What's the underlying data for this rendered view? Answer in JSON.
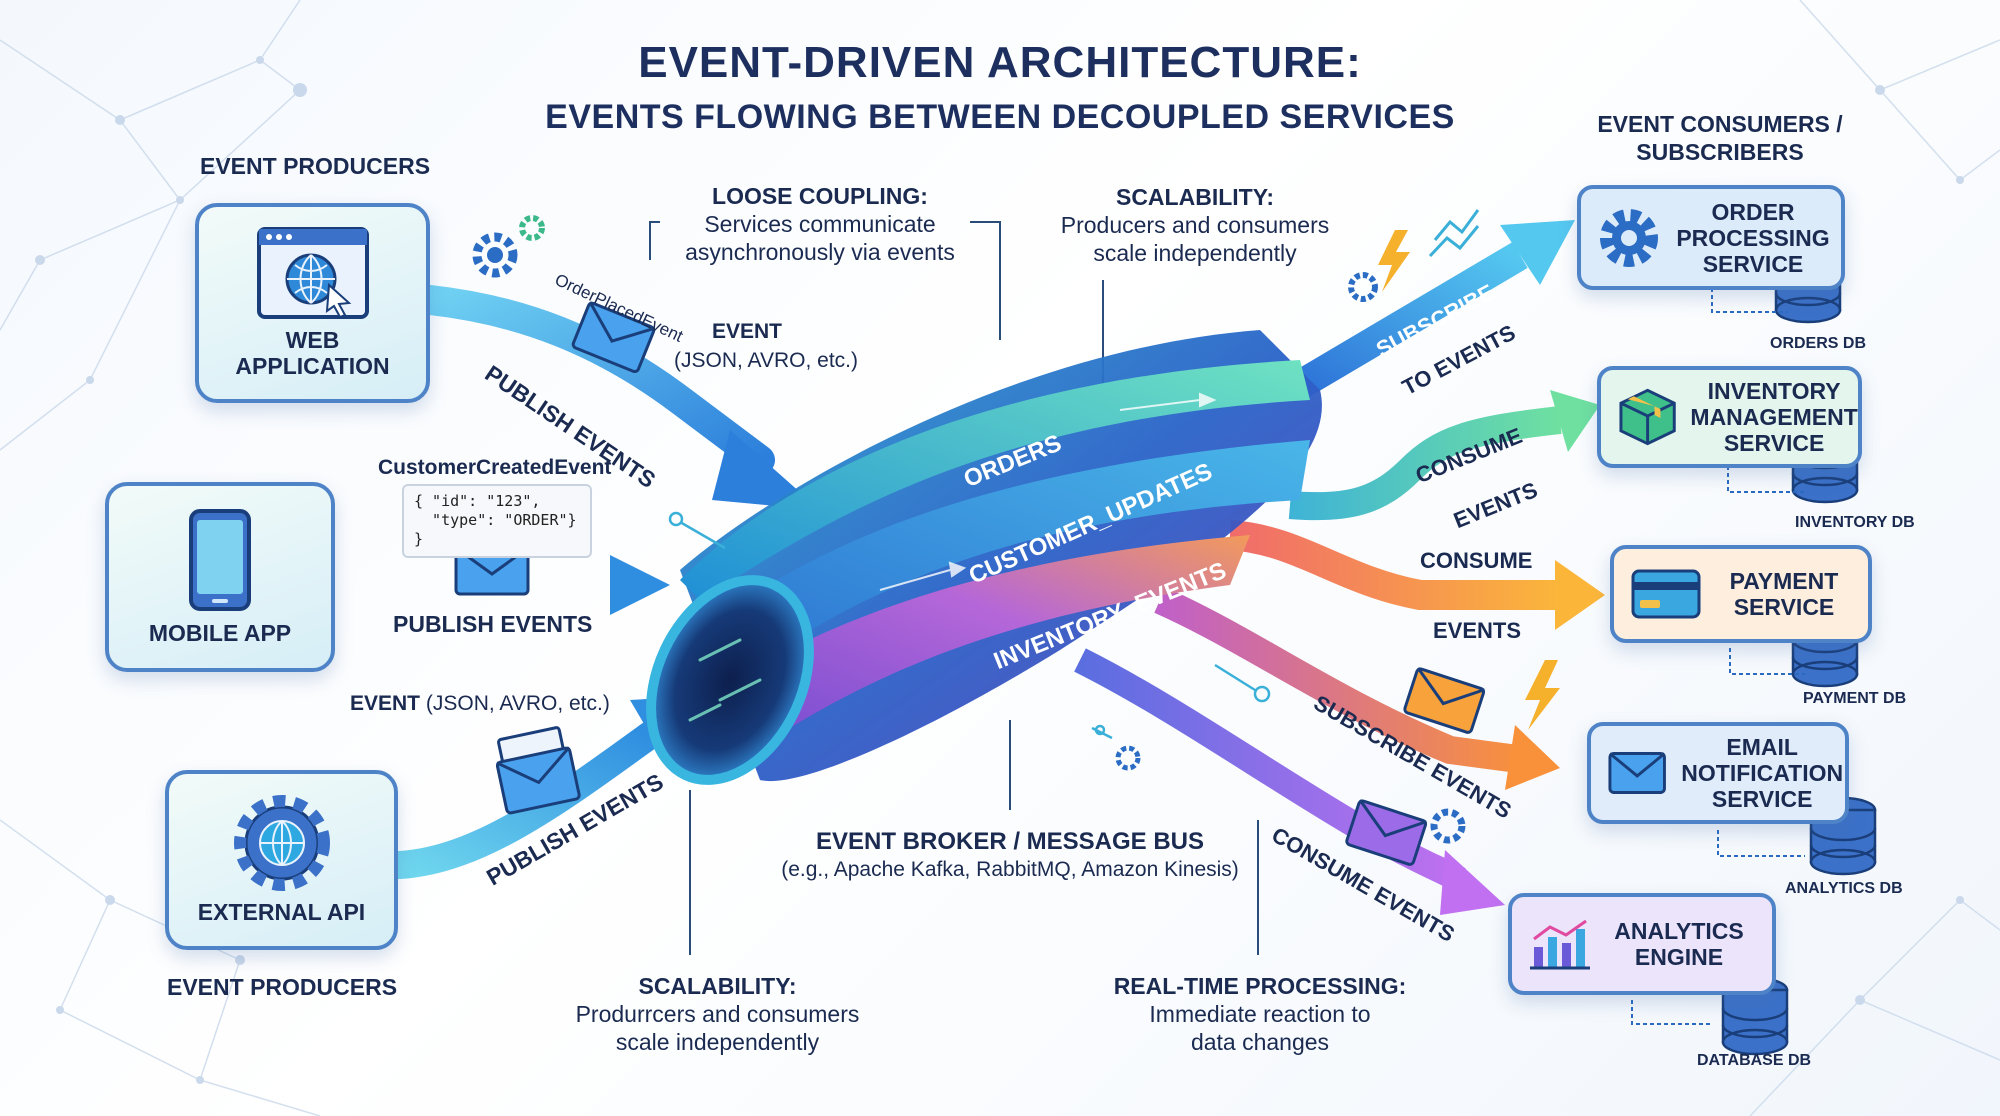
{
  "title": "EVENT-DRIVEN ARCHITECTURE:",
  "subtitle": "EVENTS FLOWING BETWEEN DECOUPLED SERVICES",
  "producers": {
    "heading_top": "EVENT PRODUCERS",
    "heading_bottom": "EVENT PRODUCERS",
    "items": [
      {
        "label": "WEB APPLICATION",
        "icon": "browser-globe-icon"
      },
      {
        "label": "MOBILE APP",
        "icon": "smartphone-icon"
      },
      {
        "label": "EXTERNAL API",
        "icon": "gear-globe-icon"
      }
    ]
  },
  "consumers": {
    "heading_line1": "EVENT CONSUMERS /",
    "heading_line2": "SUBSCRIBERS",
    "items": [
      {
        "label": "ORDER PROCESSING SERVICE",
        "db": "ORDERS DB",
        "icon": "gear-icon",
        "color": "#dcebfa"
      },
      {
        "label": "INVENTORY MANAGEMENT SERVICE",
        "db": "INVENTORY DB",
        "icon": "package-icon",
        "color": "#e3f5ec"
      },
      {
        "label": "PAYMENT SERVICE",
        "db": "PAYMENT DB",
        "icon": "credit-card-icon",
        "color": "#fdeedd"
      },
      {
        "label": "EMAIL NOTIFICATION SERVICE",
        "db": "ANALYTICS DB",
        "icon": "envelope-icon",
        "color": "#e0ecfa"
      },
      {
        "label": "ANALYTICS ENGINE",
        "db": "DATABASE DB",
        "icon": "bar-chart-icon",
        "color": "#ece4fb"
      }
    ]
  },
  "broker": {
    "label": "EVENT BROKER / MESSAGE BUS",
    "examples": "(e.g., Apache Kafka, RabbitMQ, Amazon Kinesis)",
    "topics": [
      "ORDERS",
      "CUSTOMER_UPDATES",
      "INVENTORY_EVENTS"
    ]
  },
  "notes": {
    "loose_coupling_title": "LOOSE COUPLING:",
    "loose_coupling_text1": "Services communicate",
    "loose_coupling_text2": "asynchronously via events",
    "scalability_top_title": "SCALABILITY:",
    "scalability_top_text1": "Producers and consumers",
    "scalability_top_text2": "scale independently",
    "scalability_bottom_title": "SCALABILITY:",
    "scalability_bottom_text1": "Produrrcers and consumers",
    "scalability_bottom_text2": "scale independently",
    "realtime_title": "REAL-TIME PROCESSING:",
    "realtime_text1": "Immediate reaction to",
    "realtime_text2": "data changes"
  },
  "arrow_labels": {
    "publish_web": "PUBLISH EVENTS",
    "publish_mobile": "PUBLISH EVENTS",
    "publish_api": "PUBLISH EVENTS",
    "subscribe_orders_1": "SUBSCRIBE",
    "subscribe_orders_2": "TO EVENTS",
    "consume_inventory_1": "CONSUME",
    "consume_inventory_2": "EVENTS",
    "consume_payment_1": "CONSUME",
    "consume_payment_2": "EVENTS",
    "subscribe_email": "SUBSCRIBE EVENTS",
    "consume_analytics": "CONSUME EVENTS"
  },
  "events": {
    "order_placed": "OrderPlacedEvent",
    "event_word": "EVENT",
    "format_top": "(JSON, AVRO, etc.)",
    "customer_created": "CustomerCreatedEvent",
    "code_line1": "{ \"id\": \"123\",",
    "code_line2": "  \"type\": \"ORDER\"}",
    "code_line3": "}",
    "event_word_bottom": "EVENT",
    "format_bottom": "(JSON, AVRO, etc.)"
  },
  "colors": {
    "title": "#1d2f5e",
    "publish_arrow": "#2f8fe0",
    "orders_arrow": "#2f9be6",
    "inventory_arrow": "#4fd39a",
    "payment_arrow": "#f7a23a",
    "email_arrow": "#f07c3c",
    "analytics_arrow": "#a566e6",
    "box_border": "#4e84c7"
  }
}
